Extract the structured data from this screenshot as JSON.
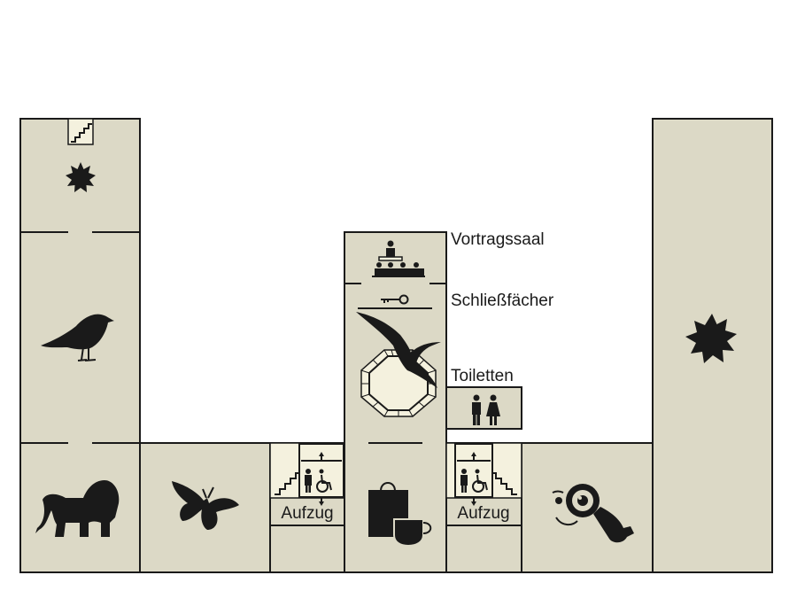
{
  "map": {
    "labels": {
      "lecture_hall": "Vortragssaal",
      "lockers": "Schließfächer",
      "toilets": "Toiletten",
      "elevator_left": "Aufzug",
      "elevator_right": "Aufzug"
    },
    "colors": {
      "floor": "#dcd9c6",
      "light_area": "#f4f1de",
      "ink": "#1a1a1a",
      "background": "#ffffff"
    },
    "icons": [
      "stairs-icon",
      "star-burst-icon",
      "bird-icon",
      "lion-icon",
      "butterfly-icon",
      "pterosaur-icon",
      "spiral-stairs-icon",
      "lecture-hall-icon",
      "key-icon",
      "toilets-icon",
      "elevator-icon",
      "wheelchair-icon",
      "shopping-bag-icon",
      "coffee-cup-icon",
      "magnifier-mascot-icon"
    ]
  }
}
